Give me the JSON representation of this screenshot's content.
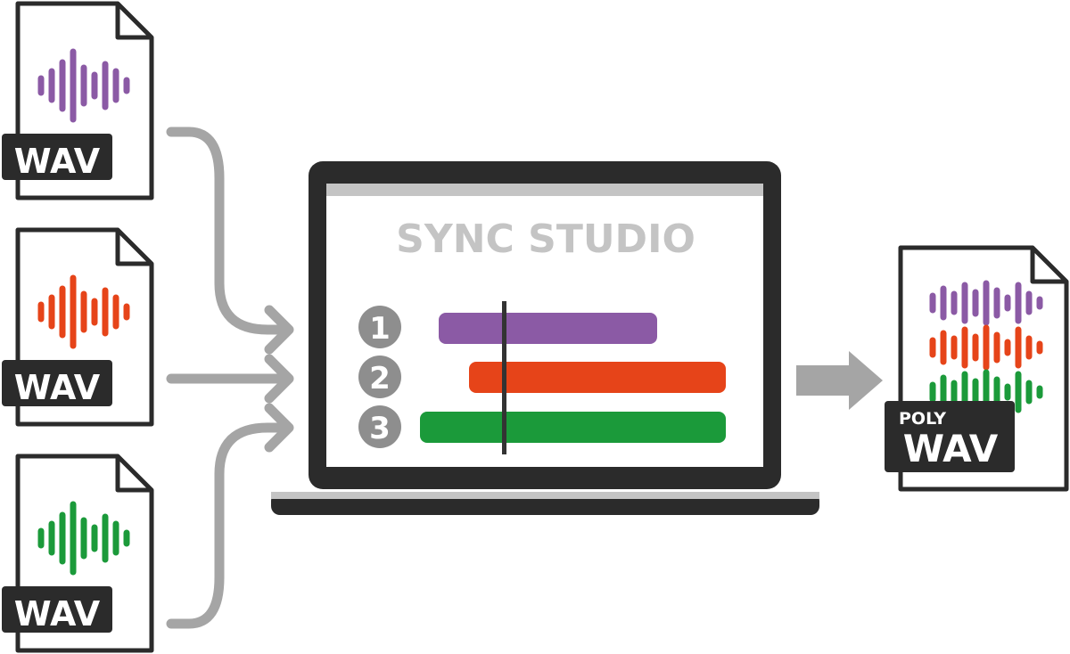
{
  "input_files": [
    {
      "label": "WAV",
      "wave_color": "#8b5aa5"
    },
    {
      "label": "WAV",
      "wave_color": "#e64419"
    },
    {
      "label": "WAV",
      "wave_color": "#1b9a3a"
    }
  ],
  "app": {
    "title": "SYNC STUDIO",
    "tracks": [
      {
        "number": "1",
        "color": "#8b5aa5"
      },
      {
        "number": "2",
        "color": "#e64419"
      },
      {
        "number": "3",
        "color": "#1b9a3a"
      }
    ]
  },
  "output_file": {
    "top_label": "POLY",
    "label": "WAV",
    "wave_colors": [
      "#8b5aa5",
      "#e64419",
      "#1b9a3a"
    ]
  },
  "colors": {
    "dark": "#2b2b2b",
    "arrow": "#a5a5a5",
    "screen_gray": "#c4c4c4",
    "number_circle": "#8e8e8e"
  }
}
